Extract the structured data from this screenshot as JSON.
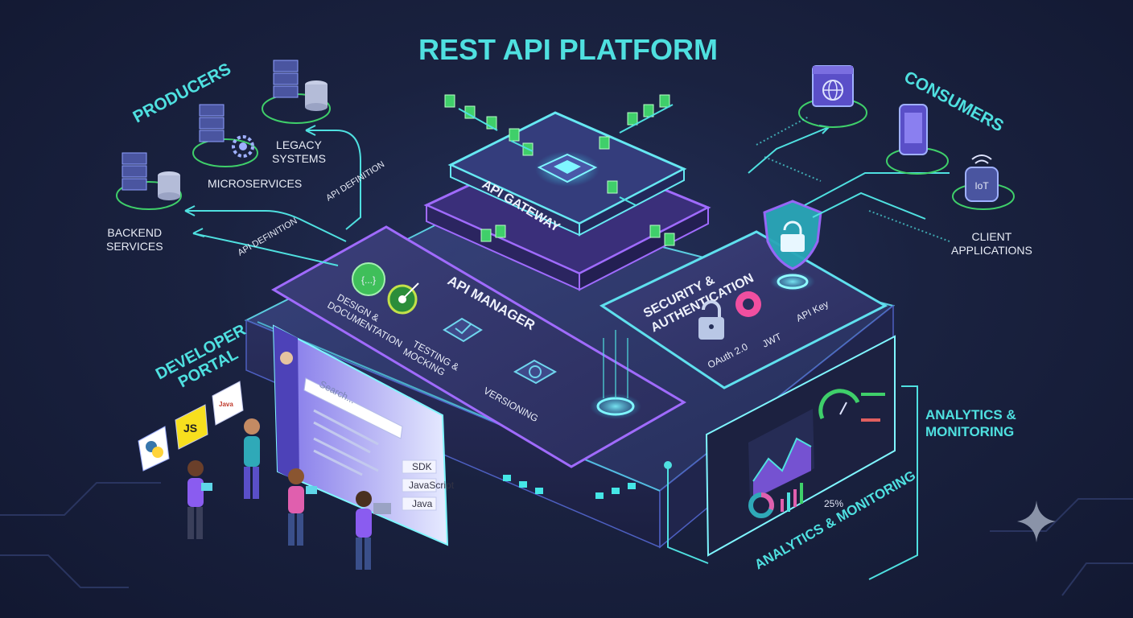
{
  "title": "REST API PLATFORM",
  "producers": {
    "heading": "PRODUCERS",
    "items": [
      "LEGACY\nSYSTEMS",
      "MICROSERVICES",
      "BACKEND\nSERVICES"
    ],
    "arrow_labels": [
      "API DEFINITION",
      "API DEFINITION"
    ]
  },
  "consumers": {
    "heading": "CONSUMERS",
    "client_label": "CLIENT\nAPPLICATIONS",
    "iot_label": "IoT"
  },
  "gateway": {
    "label": "API GATEWAY"
  },
  "manager": {
    "label": "API MANAGER",
    "features": [
      "DESIGN &\nDOCUMENTATION",
      "TESTING &\nMOCKING",
      "VERSIONING"
    ],
    "design_icon": "{...}"
  },
  "security": {
    "label": "SECURITY &\nAUTHENTICATION",
    "methods": [
      "OAuth 2.0",
      "JWT",
      "API Key"
    ]
  },
  "developer_portal": {
    "heading": "DEVELOPER\nPORTAL",
    "search_placeholder": "Search...",
    "sdk_labels": [
      "SDK",
      "JavaScript",
      "Java"
    ],
    "lang_icons": [
      "JS",
      "Java"
    ]
  },
  "analytics": {
    "heading": "ANALYTICS &\nMONITORING",
    "base_label": "ANALYTICS & MONITORING",
    "gauge_value": "25%"
  },
  "colors": {
    "accent_cyan": "#4fe0e0",
    "accent_purple": "#8a5cf0",
    "background": "#161d33",
    "green_chip": "#3fcf6a"
  },
  "icons": [
    "server-icon",
    "database-icon",
    "gear-icon",
    "browser-icon",
    "globe-icon",
    "phone-icon",
    "wifi-icon",
    "shield-icon",
    "lock-icon",
    "chip-icon",
    "python-icon",
    "sparkle-icon"
  ]
}
